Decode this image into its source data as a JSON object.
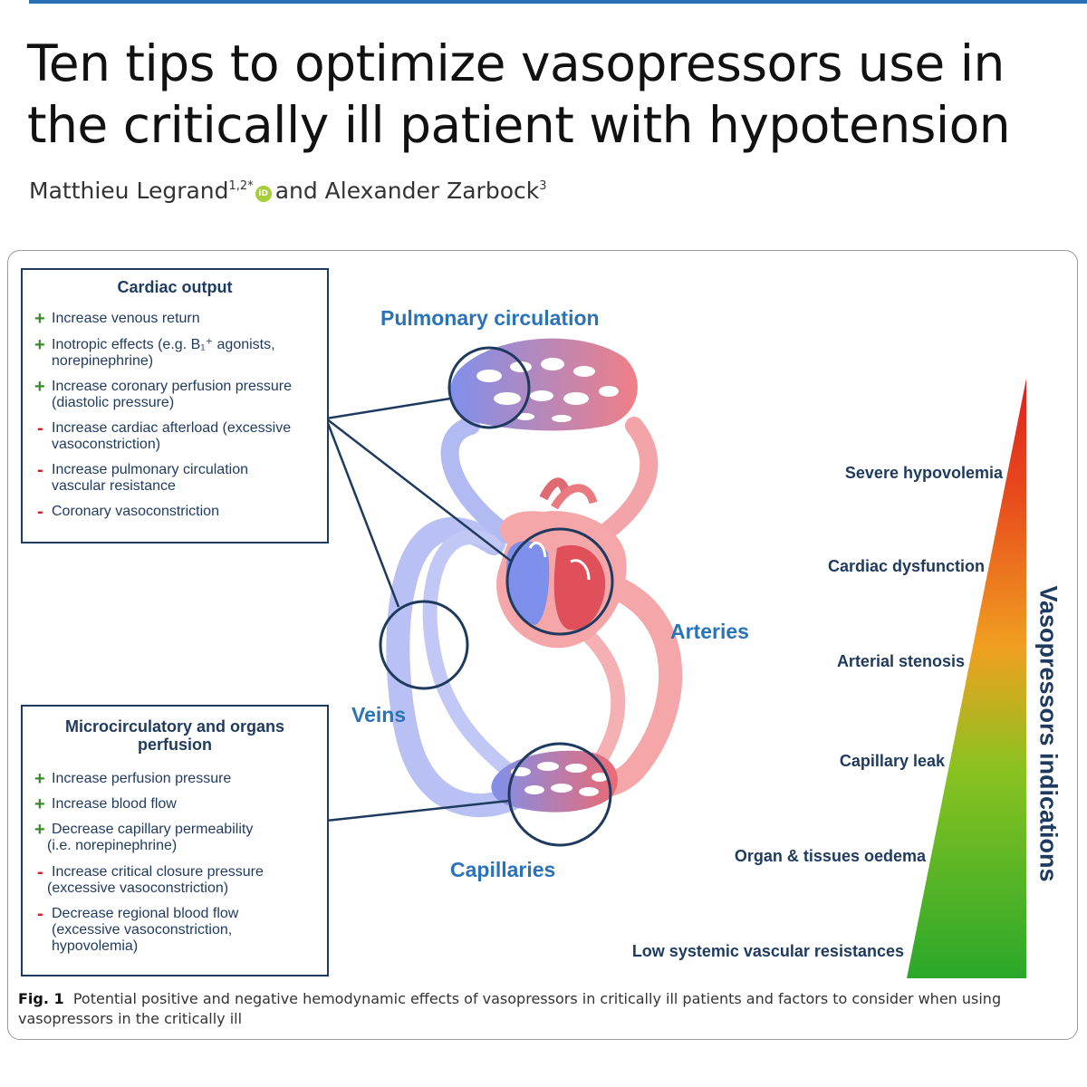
{
  "article": {
    "title": "Ten tips to optimize vasopressors use in the critically ill patient with hypotension",
    "author1": "Matthieu Legrand",
    "author1_sup": "1,2*",
    "author_join": "and Alexander Zarbock",
    "author2_sup": "3"
  },
  "cardiac_box": {
    "title": "Cardiac output",
    "items": [
      {
        "sign": "+",
        "text1": "Increase venous return",
        "text2": ""
      },
      {
        "sign": "+",
        "text1": "Inotropic effects (e.g. B₁⁺ agonists,",
        "text2": "norepinephrine)"
      },
      {
        "sign": "+",
        "text1": "Increase coronary perfusion pressure",
        "text2": "(diastolic pressure)"
      },
      {
        "sign": "-",
        "text1": "Increase cardiac afterload (excessive",
        "text2": "vasoconstriction)"
      },
      {
        "sign": "-",
        "text1": "Increase pulmonary circulation",
        "text2": "vascular resistance"
      },
      {
        "sign": "-",
        "text1": "Coronary vasoconstriction",
        "text2": ""
      }
    ]
  },
  "micro_box": {
    "title1": "Microcirculatory and organs",
    "title2": "perfusion",
    "items": [
      {
        "sign": "+",
        "text1": "Increase perfusion pressure",
        "text2": "",
        "text3": ""
      },
      {
        "sign": "+",
        "text1": "Increase blood flow",
        "text2": "",
        "text3": ""
      },
      {
        "sign": "+",
        "text1": "Decrease capillary permeability",
        "text2": "(i.e. norepinephrine)",
        "text3": ""
      },
      {
        "sign": "-",
        "text1": "Increase critical closure pressure",
        "text2": "(excessive vasoconstriction)",
        "text3": ""
      },
      {
        "sign": "-",
        "text1": "Decrease regional blood flow",
        "text2": "(excessive vasoconstriction,",
        "text3": "hypovolemia)"
      }
    ]
  },
  "diagram_labels": {
    "pulmonary": "Pulmonary circulation",
    "arteries": "Arteries",
    "veins": "Veins",
    "capillaries": "Capillaries"
  },
  "indications": {
    "axis_label": "Vasopressors indications",
    "items": [
      "Severe hypovolemia",
      "Cardiac dysfunction",
      "Arterial stenosis",
      "Capillary leak",
      "Organ & tissues oedema",
      "Low systemic vascular resistances"
    ]
  },
  "caption": {
    "label": "Fig. 1",
    "text": "Potential positive and negative hemodynamic effects of vasopressors in critically ill patients and factors to consider when using vasopressors in the critically ill"
  },
  "colors": {
    "navy": "#1f3a5f",
    "label_blue": "#2a73b8",
    "plus_green": "#3a8a2a",
    "minus_red": "#d0202a",
    "vein_blue": "#8e9ef0",
    "artery_red": "#f08a8e"
  }
}
